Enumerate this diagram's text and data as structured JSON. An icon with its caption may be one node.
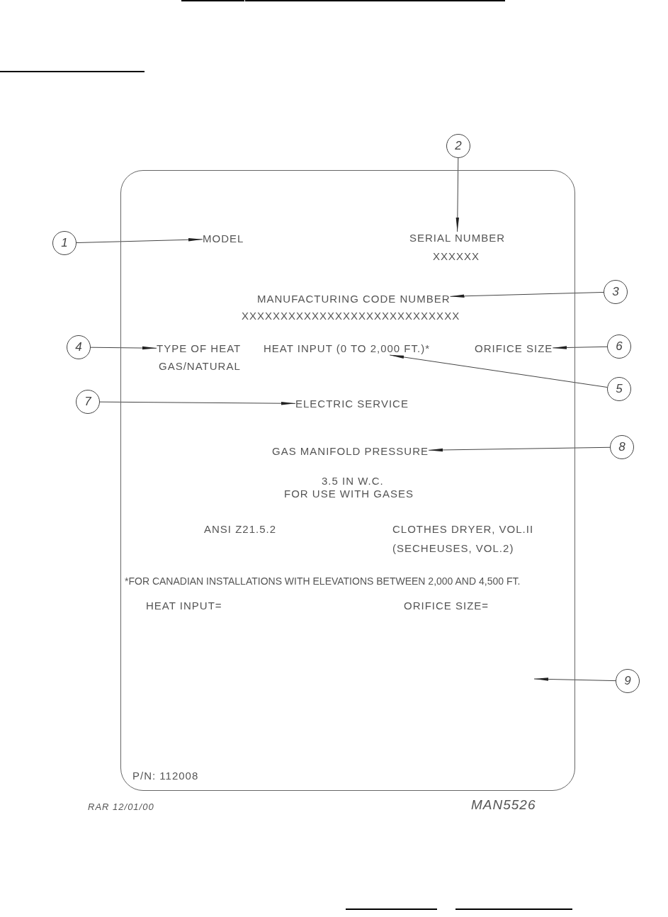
{
  "diagram": {
    "nodes": [
      {
        "text": [
          "2"
        ]
      },
      {
        "text": [],
        "shape": "box"
      },
      {
        "text": [
          "1"
        ]
      },
      {
        "text": [
          "MODEL"
        ],
        "in": 1
      },
      {
        "text": [
          "SERIAL NUMBER"
        ],
        "in": 1
      },
      {
        "text": [
          "3"
        ]
      },
      {
        "text": [
          "MANUFACTURING CODE NUMBER"
        ],
        "in": 1
      },
      {
        "text": [
          "4"
        ]
      },
      {
        "text": [
          "TYPE OF HEAT"
        ],
        "in": 1
      },
      {
        "text": [
          "HEAT INPUT (0 TO 2,000 FT.)*"
        ],
        "in": 1
      },
      {
        "text": [
          "ORIFICE SIZE"
        ],
        "in": 1
      },
      {
        "text": [
          "6"
        ]
      },
      {
        "text": [
          "5"
        ]
      },
      {
        "text": [
          "7"
        ]
      },
      {
        "text": [
          "ELECTRIC SERVICE"
        ],
        "in": 1
      },
      {
        "text": [
          "GAS MANIFOLD PRESSURE"
        ],
        "in": 1
      },
      {
        "text": [
          "8"
        ]
      },
      {
        "text": [
          "9"
        ]
      }
    ],
    "edges": [
      {
        "from": 0,
        "to": 4,
        "arrow": "to"
      },
      {
        "from": 2,
        "to": 3,
        "arrow": "to"
      },
      {
        "from": 5,
        "to": 6,
        "arrow": "to"
      },
      {
        "from": 7,
        "to": 8,
        "arrow": "to"
      },
      {
        "from": 12,
        "to": 9,
        "arrow": "to"
      },
      {
        "from": 11,
        "to": 10,
        "arrow": "to"
      },
      {
        "from": 13,
        "to": 14,
        "arrow": "to"
      },
      {
        "from": 16,
        "to": 15,
        "arrow": "to"
      },
      {
        "from": 17,
        "to": null,
        "arrow": "to"
      }
    ],
    "labels": [
      "XXXXXX",
      "XXXXXXXXXXXXXXXXXXXXXXXXXXXX",
      "GAS/NATURAL",
      "3.5 IN W.C.",
      "FOR USE WITH GASES",
      "ANSI Z21.5.2",
      "CLOTHES DRYER, VOL.II",
      "(SECHEUSES, VOL.2)",
      "*FOR CANADIAN INSTALLATIONS WITH ELEVATIONS BETWEEN 2,000 AND 4,500 FT.",
      "HEAT INPUT=",
      "ORIFICE SIZE=",
      "P/N: 112008",
      "RAR 12/01/00",
      "MAN5526"
    ]
  }
}
